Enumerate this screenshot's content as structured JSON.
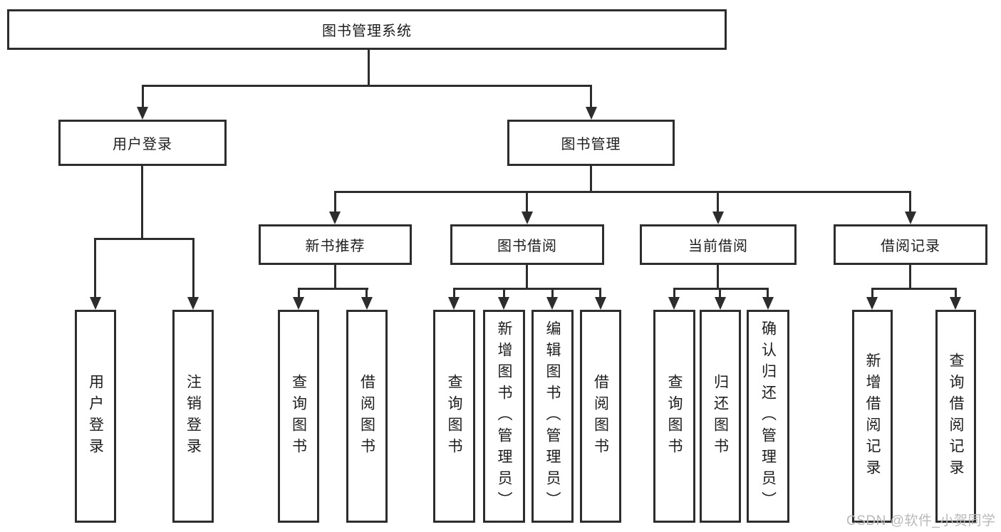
{
  "tree": {
    "root": {
      "label": "图书管理系统"
    },
    "branches": [
      {
        "label": "用户登录",
        "children": [
          {
            "label": "用户登录"
          },
          {
            "label": "注销登录"
          }
        ]
      },
      {
        "label": "图书管理",
        "children": [
          {
            "label": "新书推荐",
            "children": [
              {
                "label": "查询图书"
              },
              {
                "label": "借阅图书"
              }
            ]
          },
          {
            "label": "图书借阅",
            "children": [
              {
                "label": "查询图书"
              },
              {
                "label": "新增图书（管理员）"
              },
              {
                "label": "编辑图书（管理员）"
              },
              {
                "label": "借阅图书"
              }
            ]
          },
          {
            "label": "当前借阅",
            "children": [
              {
                "label": "查询图书"
              },
              {
                "label": "归还图书"
              },
              {
                "label": "确认归还（管理员）"
              }
            ]
          },
          {
            "label": "借阅记录",
            "children": [
              {
                "label": "新增借阅记录"
              },
              {
                "label": "查询借阅记录"
              }
            ]
          }
        ]
      }
    ]
  },
  "watermark": {
    "text": "CSDN @软件_小贺同学",
    "color": "#b9b9b9"
  },
  "colors": {
    "line": "#2d2d2d",
    "box_border": "#2d2d2d",
    "box_background": "#ffffff",
    "text": "#1d1d1d",
    "page_background": "#ffffff"
  }
}
